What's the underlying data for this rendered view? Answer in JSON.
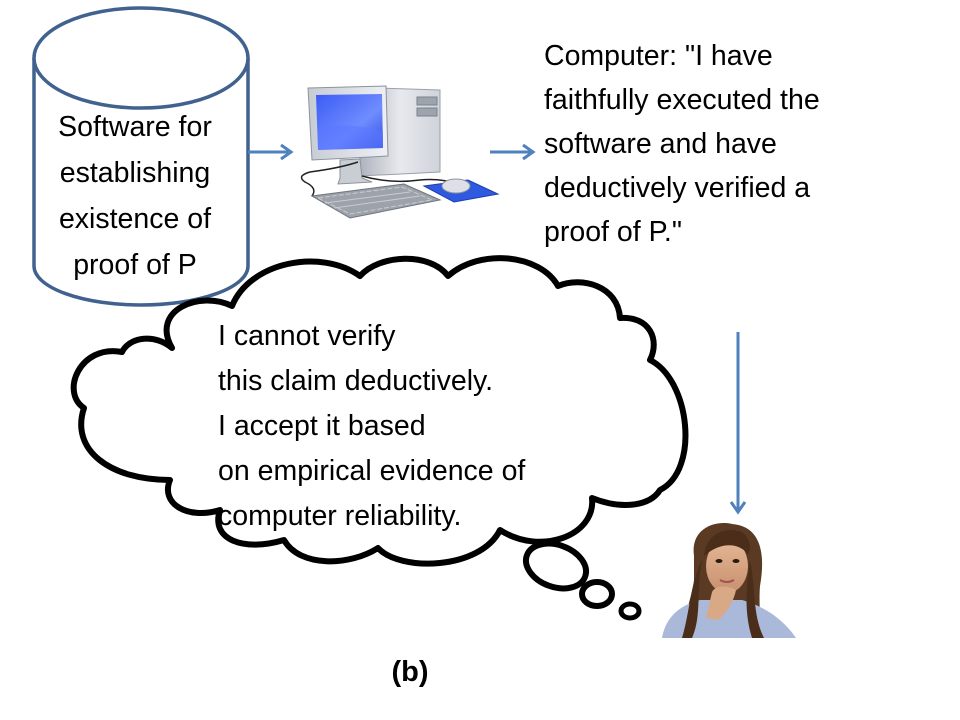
{
  "figure": {
    "caption": "(b)",
    "colors": {
      "arrow": "#4F81BD",
      "cylinder_stroke": "#41628F",
      "cloud_stroke": "#000000",
      "text": "#000000",
      "background": "#FFFFFF"
    }
  },
  "software_cylinder": {
    "lines": [
      "Software for",
      "establishing",
      "existence of",
      "proof of P"
    ]
  },
  "computer": {
    "icon": "desktop-computer-icon"
  },
  "computer_claim": {
    "lines": [
      "Computer: \"I have",
      "faithfully executed the",
      "software and have",
      "deductively verified a",
      "proof of P.\""
    ]
  },
  "thought_bubble": {
    "lines": [
      "I cannot verify",
      "this claim deductively.",
      "I accept it based",
      "on empirical evidence of",
      "computer reliability."
    ]
  },
  "person": {
    "icon": "thinking-person-icon"
  },
  "arrows": [
    {
      "from": "software_cylinder",
      "to": "computer",
      "direction": "right"
    },
    {
      "from": "computer",
      "to": "computer_claim",
      "direction": "right"
    },
    {
      "from": "computer_claim",
      "to": "person",
      "direction": "down"
    }
  ]
}
